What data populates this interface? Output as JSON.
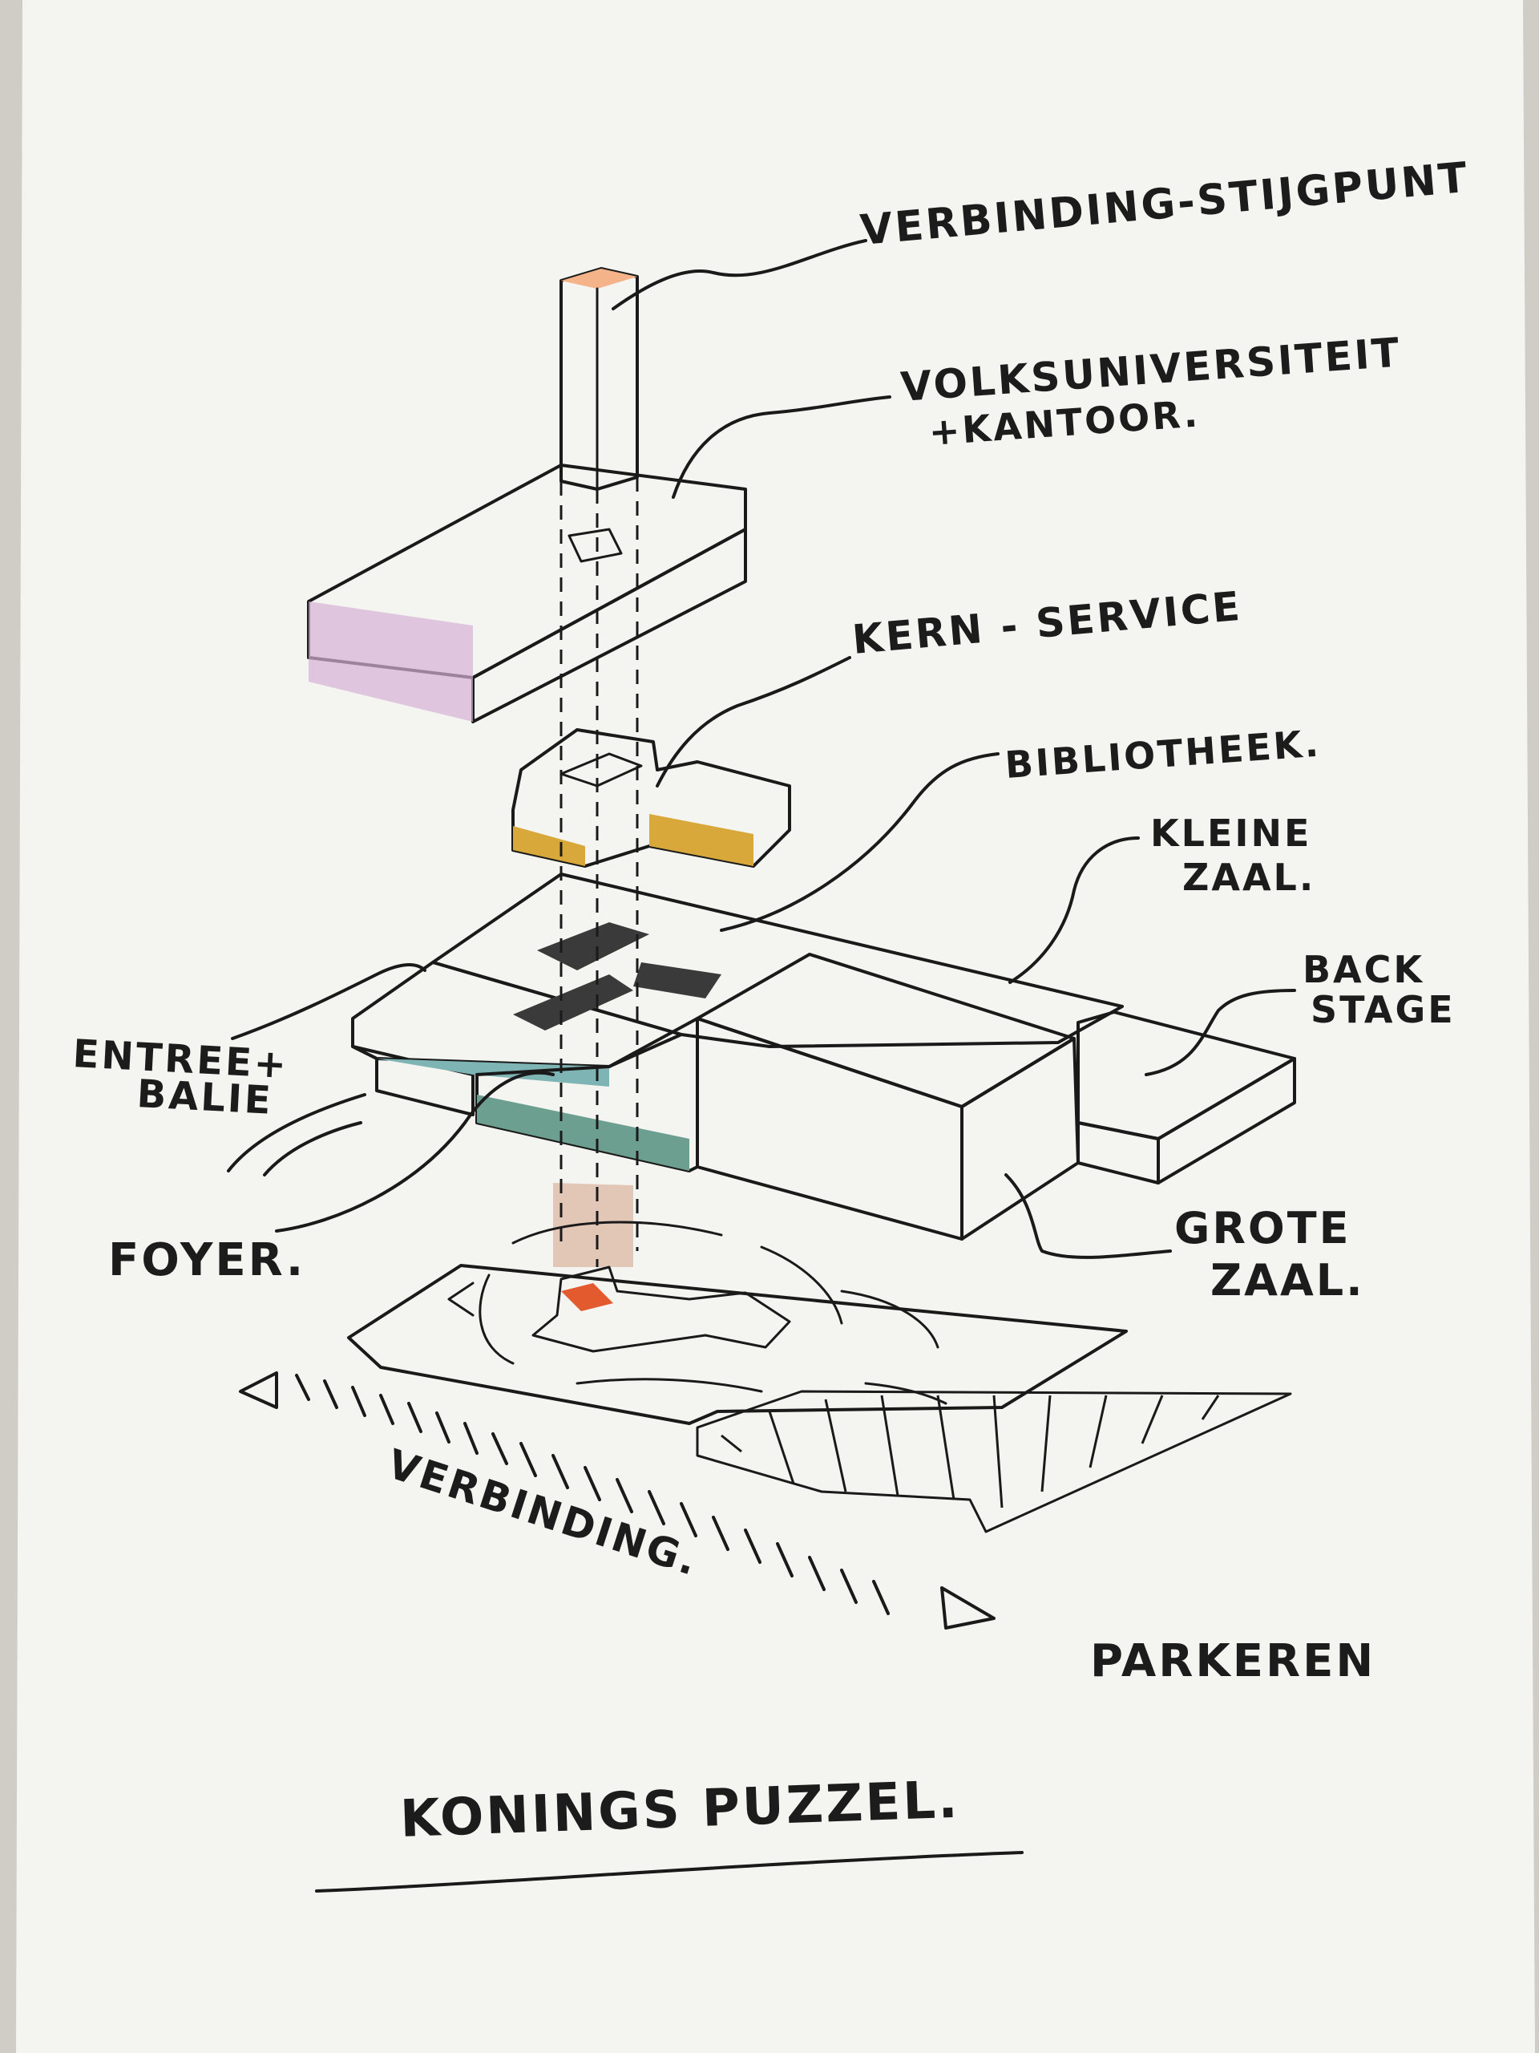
{
  "sheet": {
    "title": "KONINGS PUZZEL."
  },
  "labels": {
    "verbinding_stijgpunt": "VERBINDING-STIJGPUNT",
    "volksuniversiteit_line1": "VOLKSUNIVERSITEIT",
    "volksuniversiteit_line2": "+KANTOOR.",
    "kern_service": "KERN - SERVICE",
    "bibliotheek": "BIBLIOTHEEK.",
    "kleine_zaal_line1": "KLEINE",
    "kleine_zaal_line2": "ZAAL.",
    "back_stage_line1": "BACK",
    "back_stage_line2": "STAGE",
    "entree_line1": "ENTREE+",
    "entree_line2": "BALIE",
    "foyer": "FOYER.",
    "grote_zaal_line1": "GROTE",
    "grote_zaal_line2": "ZAAL.",
    "verbinding": "VERBINDING.",
    "parkeren": "PARKEREN"
  },
  "colors": {
    "paper": "#f4f4f1",
    "stijgpunt_orange": "#ec7a3f",
    "volksuniversiteit_purple": "#d9b4d6",
    "kern_yellow": "#f2c542",
    "bibliotheek_green": "#b8d59e",
    "entree_teal": "#8cc1c0",
    "foyer_teal": "#78ad9c",
    "grote_zaal_red": "#d47f80",
    "back_stage_red": "#d68b8b",
    "ground_tan": "#d9b29a",
    "parkeren_grey": "#7c7474"
  }
}
